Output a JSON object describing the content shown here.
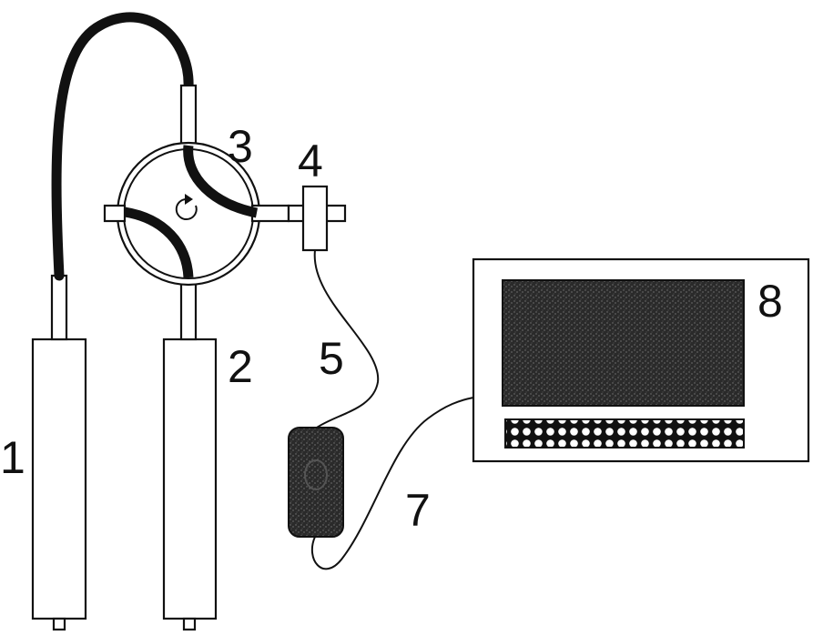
{
  "diagram": {
    "labels": {
      "l1": "1",
      "l2": "2",
      "l3": "3",
      "l4": "4",
      "l5": "5",
      "l7": "7",
      "l8": "8"
    },
    "icons": {
      "valve_rotation": "rotation-arrow-icon"
    }
  }
}
